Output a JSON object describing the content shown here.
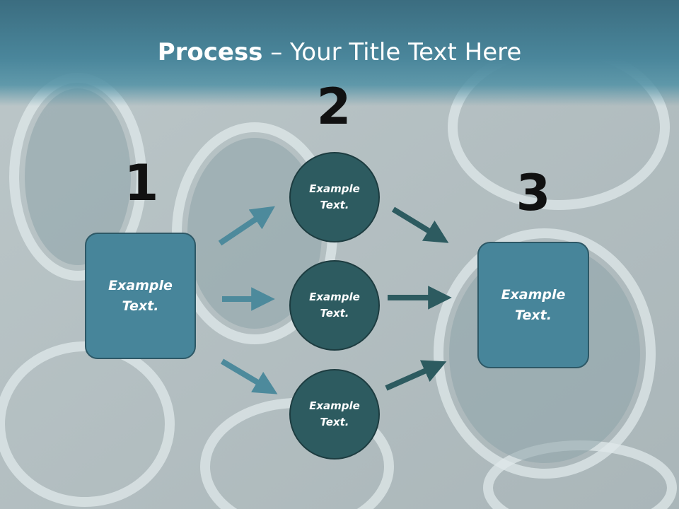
{
  "title": {
    "bold": "Process",
    "rest": " – Your Title Text Here"
  },
  "steps": {
    "one": "1",
    "two": "2",
    "three": "3"
  },
  "left_box": {
    "text": "Example Text."
  },
  "circles": [
    {
      "text": "Example Text."
    },
    {
      "text": "Example Text."
    },
    {
      "text": "Example Text."
    }
  ],
  "right_box": {
    "text": "Example Text."
  },
  "colors": {
    "box": "#47859a",
    "circle": "#2d5b60",
    "arrow_left": "#4d8a9c",
    "arrow_right": "#2d5b60"
  }
}
